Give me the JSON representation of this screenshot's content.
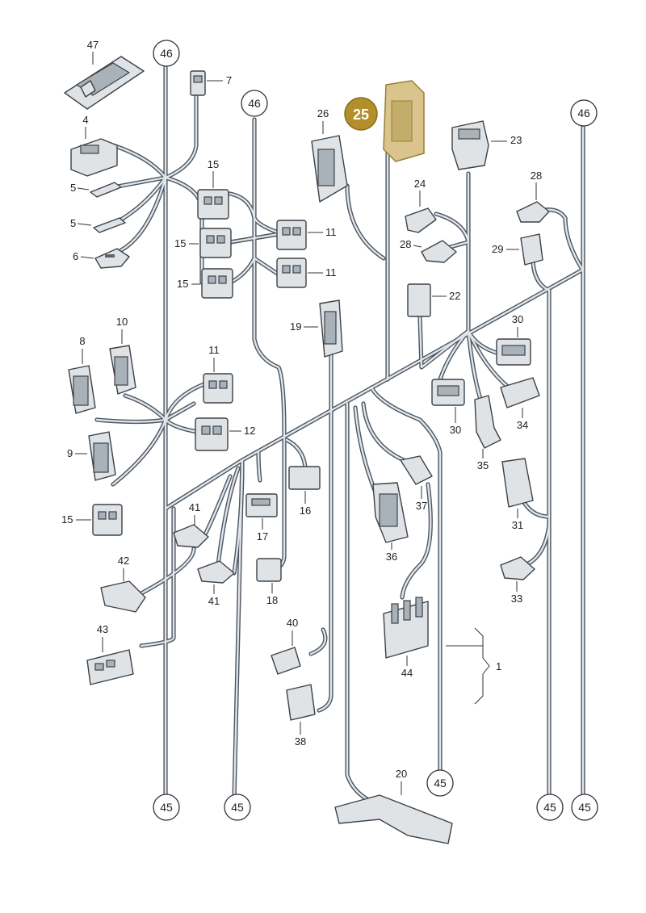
{
  "highlight": {
    "number": "25",
    "color": "#b38f2c"
  },
  "callouts": {
    "c47": "47",
    "c7": "7",
    "c4": "4",
    "c5a": "5",
    "c5b": "5",
    "c6": "6",
    "c15a": "15",
    "c15b": "15",
    "c15c": "15",
    "c15d": "15",
    "c11a": "11",
    "c11b": "11",
    "c11c": "11",
    "c26": "26",
    "c23": "23",
    "c24": "24",
    "c28a": "28",
    "c28b": "28",
    "c29": "29",
    "c22": "22",
    "c19": "19",
    "c10": "10",
    "c8": "8",
    "c9": "9",
    "c12": "12",
    "c30a": "30",
    "c30b": "30",
    "c34": "34",
    "c35": "35",
    "c37": "37",
    "c16": "16",
    "c17": "17",
    "c41a": "41",
    "c41b": "41",
    "c42": "42",
    "c43": "43",
    "c18": "18",
    "c36": "36",
    "c31": "31",
    "c33": "33",
    "c40": "40",
    "c44": "44",
    "c38": "38",
    "c1": "1",
    "c20": "20"
  },
  "connectors": {
    "top_a": "46",
    "top_b": "46",
    "top_c": "46",
    "bot_a": "45",
    "bot_b": "45",
    "bot_c": "45",
    "bot_d": "45",
    "bot_e": "45"
  }
}
